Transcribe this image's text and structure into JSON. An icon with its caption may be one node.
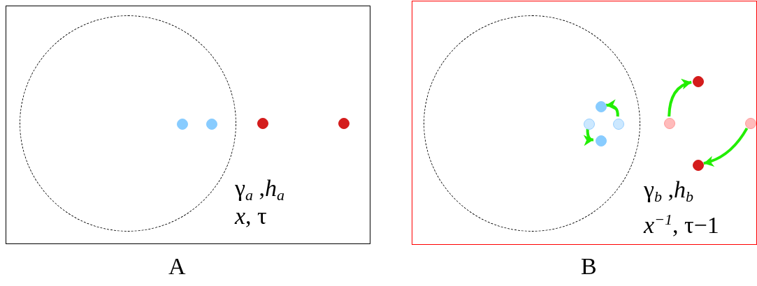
{
  "diagram": {
    "nodes": [
      {
        "text": [
          "γ$_{a}$ ,*h*$_{a}$",
          "*x*, τ",
          "A"
        ]
      },
      {
        "text": [],
        "shape": "circle",
        "in": 0
      },
      {
        "text": [],
        "shape": "circle",
        "in": 1
      },
      {
        "text": [],
        "shape": "circle",
        "in": 1
      },
      {
        "text": [],
        "shape": "circle",
        "in": 0
      },
      {
        "text": [],
        "shape": "circle",
        "in": 0
      },
      {
        "text": [
          "γ$_{b}$ ,*h*$_{b}$",
          "*x*$^{−1}$, τ−1",
          "B"
        ]
      },
      {
        "text": [],
        "shape": "circle",
        "in": 6
      },
      {
        "text": [],
        "shape": "circle",
        "in": 7
      },
      {
        "text": [],
        "shape": "circle",
        "in": 7
      },
      {
        "text": [],
        "shape": "circle",
        "in": 7
      },
      {
        "text": [],
        "shape": "circle",
        "in": 7
      },
      {
        "text": [],
        "shape": "circle",
        "in": 6
      },
      {
        "text": [],
        "shape": "circle",
        "in": 6
      },
      {
        "text": [],
        "shape": "circle",
        "in": 6
      },
      {
        "text": [],
        "shape": "circle",
        "in": 6
      }
    ],
    "edges": [
      {
        "from": 11,
        "to": 9,
        "arrow": "to"
      },
      {
        "from": 8,
        "to": 10,
        "arrow": "to"
      },
      {
        "from": 12,
        "to": 13,
        "arrow": "to"
      },
      {
        "from": 15,
        "to": 14,
        "arrow": "to"
      }
    ]
  }
}
